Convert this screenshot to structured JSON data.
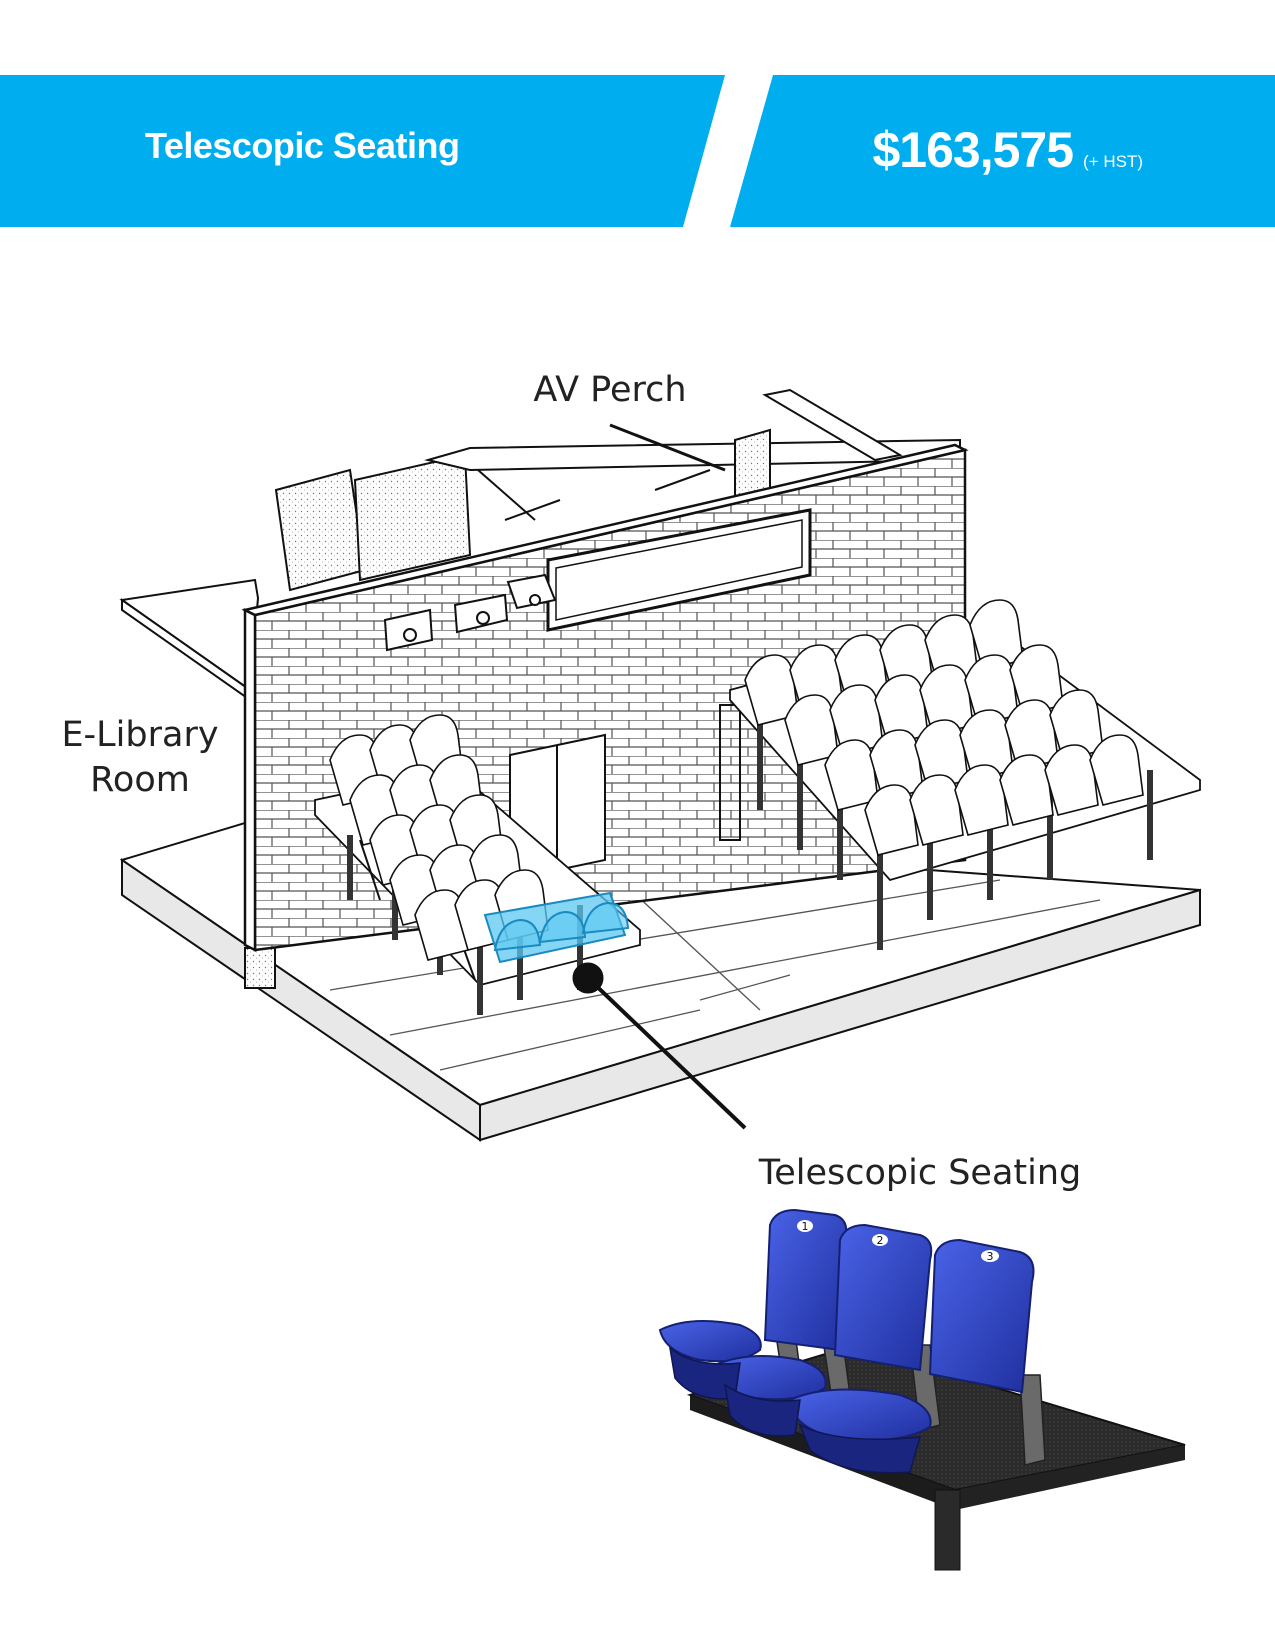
{
  "header": {
    "title": "Telescopic Seating",
    "price": "$163,575",
    "price_note": "(+ HST)"
  },
  "labels": {
    "av_perch": "AV Perch",
    "e_library_line1": "E-Library",
    "e_library_line2": "Room",
    "telescopic_seating": "Telescopic Seating"
  },
  "colors": {
    "banner": "#00aeef",
    "highlight": "#5cc8f0",
    "seat_blue": "#2b3fc4",
    "platform": "#2b2b2b"
  },
  "seat_numbers": [
    "1",
    "2",
    "3"
  ]
}
